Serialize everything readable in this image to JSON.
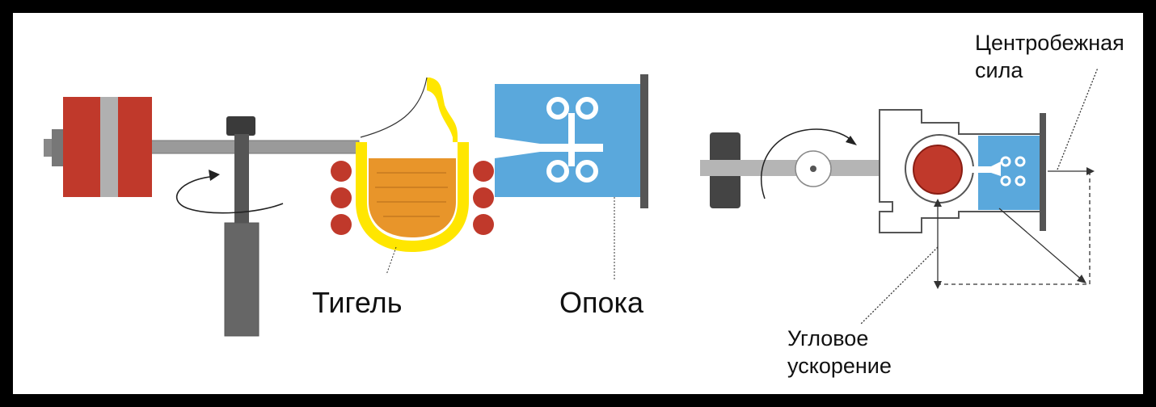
{
  "labels": {
    "crucible": "Тигель",
    "flask": "Опока",
    "centrifugal_force_line1": "Центробежная",
    "centrifugal_force_line2": "сила",
    "angular_acceleration_line1": "Угловое",
    "angular_acceleration_line2": "ускорение"
  },
  "colors": {
    "background": "#000000",
    "panel": "#ffffff",
    "counterweight_red": "#c0392b",
    "counterweight_gray": "#b0b0b0",
    "shaft_gray": "#9a9a9a",
    "post_dark": "#555555",
    "crucible_yellow": "#ffe600",
    "melt_orange": "#e8952a",
    "coil_red": "#c0392b",
    "flask_blue": "#5aa8dc",
    "motor_dark": "#444444"
  }
}
